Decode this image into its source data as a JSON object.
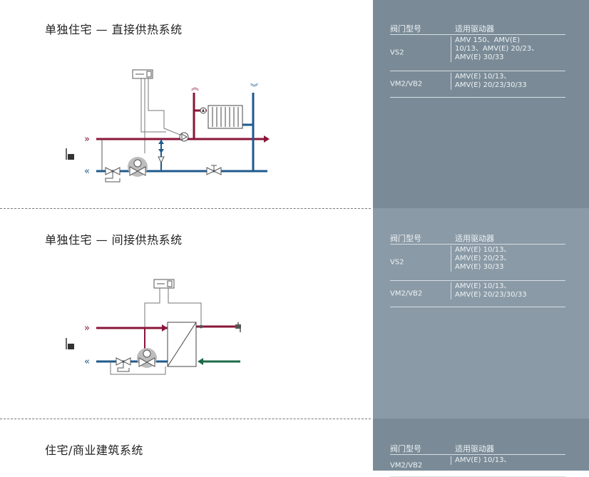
{
  "sections": [
    {
      "title": "单独住宅 — 直接供热系统"
    },
    {
      "title": "单独住宅 — 间接供热系统"
    },
    {
      "title": "住宅/商业建筑系统"
    }
  ],
  "tables": [
    {
      "col1": "阀门型号",
      "col2": "适用驱动器",
      "rows": [
        {
          "valve": "VS2",
          "actuator": "AMV 150、AMV(E)\n10/13、AMV(E) 20/23、\nAMV(E) 30/33"
        },
        {
          "valve": "VM2/VB2",
          "actuator": "AMV(E) 10/13、\nAMV(E) 20/23/30/33"
        }
      ]
    },
    {
      "col1": "阀门型号",
      "col2": "适用驱动器",
      "rows": [
        {
          "valve": "VS2",
          "actuator": "AMV(E) 10/13、\nAMV(E) 20/23、\nAMV(E) 30/33"
        },
        {
          "valve": "VM2/VB2",
          "actuator": "AMV(E) 10/13、\nAMV(E) 20/23/30/33"
        }
      ]
    },
    {
      "col1": "阀门型号",
      "col2": "适用驱动器",
      "rows": [
        {
          "valve": "VM2/VB2",
          "actuator": "AMV(E) 10/13、"
        }
      ]
    }
  ],
  "symbols": {
    "supply_arrow": "»",
    "return_arrow": "«",
    "up_arrow": "⌃",
    "down_arrow": "⌄"
  },
  "colors": {
    "supply": "#8a1538",
    "return": "#1f5a8c",
    "secondary": "#1e6b4a",
    "valve": "#bdbdbd"
  }
}
